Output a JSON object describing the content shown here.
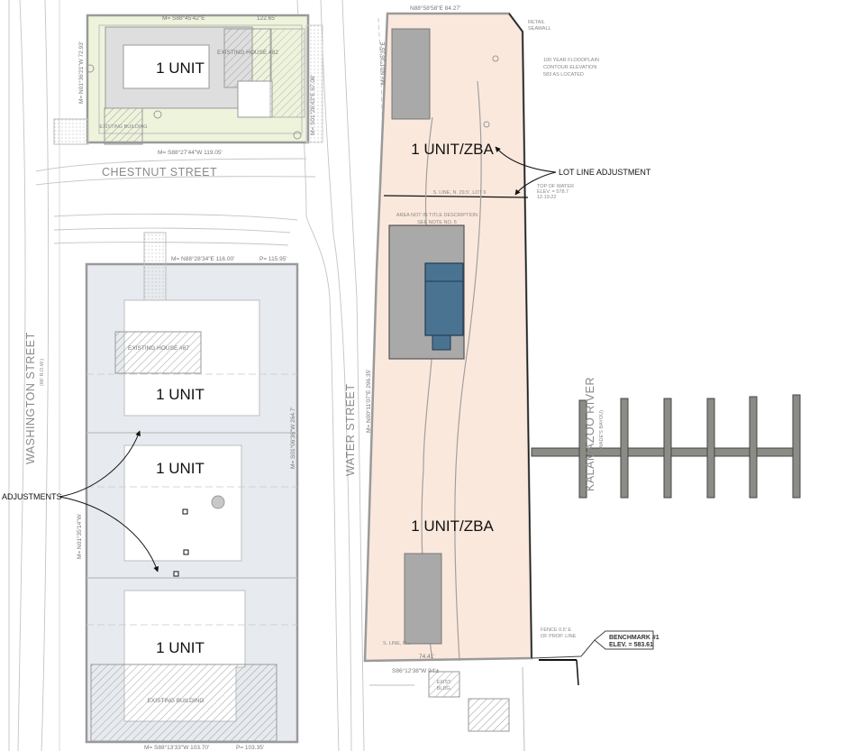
{
  "units": {
    "north_left": "1 UNIT",
    "west_1": "1 UNIT",
    "west_2": "1 UNIT",
    "west_3": "1 UNIT",
    "east_1": "1 UNIT/ZBA",
    "east_2": "1 UNIT/ZBA"
  },
  "streets": {
    "chestnut": "CHESTNUT STREET",
    "washington": "WASHINGTON STREET",
    "washington_row": "(66' R.O.W.)",
    "water": "WATER STREET",
    "river": "KALAMAZOO RIVER",
    "river_sub": "(WADE'S BAYOU)"
  },
  "callouts": {
    "lot_line_adjustment": "LOT LINE ADJUSTMENT",
    "adjustments": "ADJUSTMENTS"
  },
  "benchmark": {
    "title": "BENCHMARK #1",
    "elev": "ELEV. = 583.61"
  },
  "notes": {
    "floodplain_1": "100 YEAR FLOODPLAIN",
    "floodplain_2": "CONTOUR ELEVATION",
    "floodplain_3": "583 AS LOCATED",
    "retail_1": "RETAIL",
    "retail_2": "SEAWALL",
    "area_note_1": "AREA NOT IN TITLE DESCRIPTION",
    "area_note_2": "SEE NOTE NO. 6",
    "s_line_lot6": "S. LINE, N. 29.5', LOT 6",
    "s_line_bottom": "S. LINE, N...",
    "water_elev_1": "TOP OF WATER",
    "water_elev_2": "ELEV. = 578.7",
    "water_elev_3": "12.19.22",
    "fence_1": "FENCE 0.5' E",
    "fence_2": "OF PROP. LINE",
    "existing_house_82": "EXISTING HOUSE #82",
    "existing_building_top": "EXISTING BUILDING",
    "existing_house_87": "EXISTING HOUSE #87",
    "existing_building_bottom": "EXISTING BUILDING",
    "exist_bldg_small_1": "EXIST.",
    "exist_bldg_small_2": "BLDG."
  },
  "dimensions": {
    "top_north": "M= S88°45'42\"E",
    "top_north_len": "122.65'",
    "top_south": "M= S88°27'44\"W 119.05'",
    "top_west": "M= N01°36'21\"W 72.93'",
    "top_east": "M= S01°26'43\"E 67.08'",
    "mid_north": "M= N88°28'34\"E 116.00'",
    "mid_north_p": "P= 115.95'",
    "mid_east": "M= S01°06'36\"W 264.7'",
    "mid_west": "M= N01°35'14\"W",
    "mid_south": "M= S88°13'33\"W 103.70'",
    "mid_south_p": "P= 103.35'",
    "east_north": "N88°58'58\"E 84.27'",
    "east_west_top": "M= N01°36'35\"E",
    "east_west_mid": "M= N00°11'07\"E 296.35'",
    "east_south": "S86°12'38\"W 94'±",
    "east_south_len": "74.41'"
  },
  "colors": {
    "north_parcel_fill": "#eef3dc",
    "west_parcel_fill": "#e7ebf0",
    "east_parcel_fill": "#fbe8dc",
    "building_gray": "#a9a9a9",
    "building_blue": "#4a7391",
    "dock_gray": "#8c8c86",
    "line_gray": "#9a9a9a"
  }
}
